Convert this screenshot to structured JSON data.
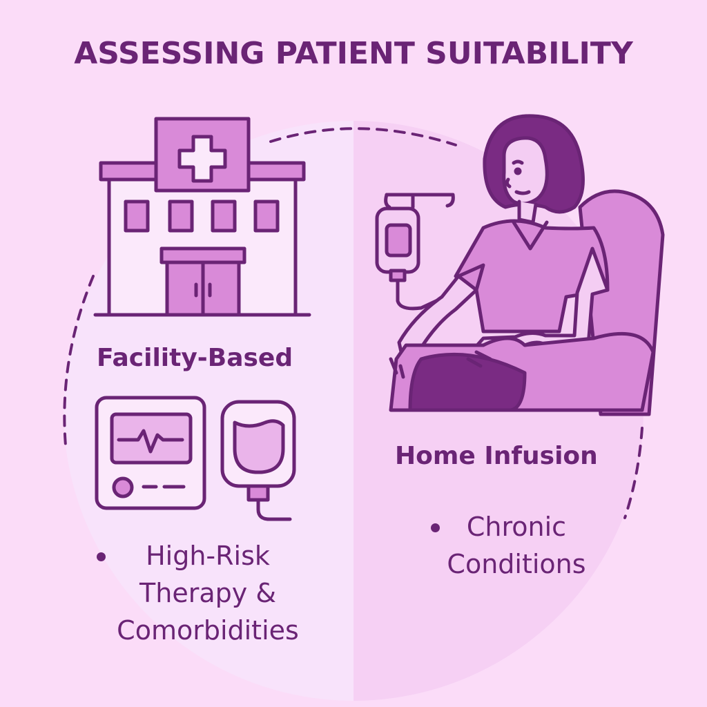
{
  "title": "ASSESSING PATIENT SUITABILITY",
  "left": {
    "heading": "Facility-Based",
    "bullet_lines": [
      "High-Risk",
      "Therapy &",
      "Comorbidities"
    ]
  },
  "right": {
    "heading": "Home Infusion",
    "bullet_lines": [
      "Chronic",
      "Conditions"
    ]
  },
  "colors": {
    "background": "#fbdcf8",
    "panel_light": "#f8e3fb",
    "panel_right": "#f6d0f4",
    "fill_medium": "#d98ad8",
    "fill_light": "#eab4ea",
    "stroke_dark": "#6a2475",
    "text": "#6a2475"
  },
  "icons": [
    "hospital-icon",
    "patient-monitor-icon",
    "iv-bag-icon",
    "patient-in-recliner-icon"
  ]
}
